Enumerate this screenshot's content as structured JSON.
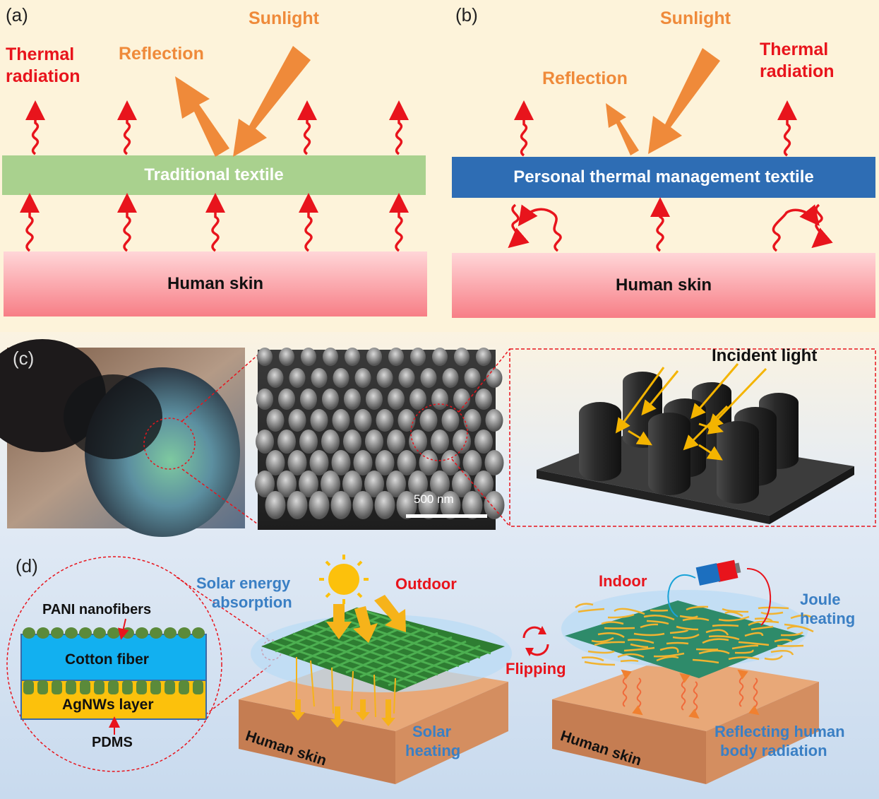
{
  "panels": {
    "a": {
      "label": "(a)",
      "sunlight": "Sunlight",
      "reflection": "Reflection",
      "thermal": [
        "Thermal",
        "radiation"
      ],
      "textile": "Traditional textile",
      "skin": "Human skin"
    },
    "b": {
      "label": "(b)",
      "sunlight": "Sunlight",
      "reflection": "Reflection",
      "thermal": [
        "Thermal",
        "radiation"
      ],
      "textile": "Personal thermal management textile",
      "skin": "Human skin"
    },
    "c": {
      "label": "(c)",
      "scale_bar": "500 nm",
      "incident_light": "Incident light"
    },
    "d": {
      "label": "(d)",
      "layers": {
        "pani": "PANI nanofibers",
        "cotton": "Cotton fiber",
        "agnws": "AgNWs layer",
        "pdms": "PDMS"
      },
      "solar_absorption": [
        "Solar energy",
        "absorption"
      ],
      "outdoor": "Outdoor",
      "indoor": "Indoor",
      "flipping": "Flipping",
      "joule": [
        "Joule",
        "heating"
      ],
      "solar_heating": [
        "Solar",
        "heating"
      ],
      "reflecting": [
        "Reflecting human",
        "body radiation"
      ],
      "skin_left": "Human skin",
      "skin_right": "Human skin"
    }
  },
  "colors": {
    "sunlight": "#ef8a3a",
    "thermal": "#e8141c",
    "traditional_textile": "#a9d18e",
    "ptm_textile": "#2e6db4",
    "skin": "#f77e86"
  }
}
